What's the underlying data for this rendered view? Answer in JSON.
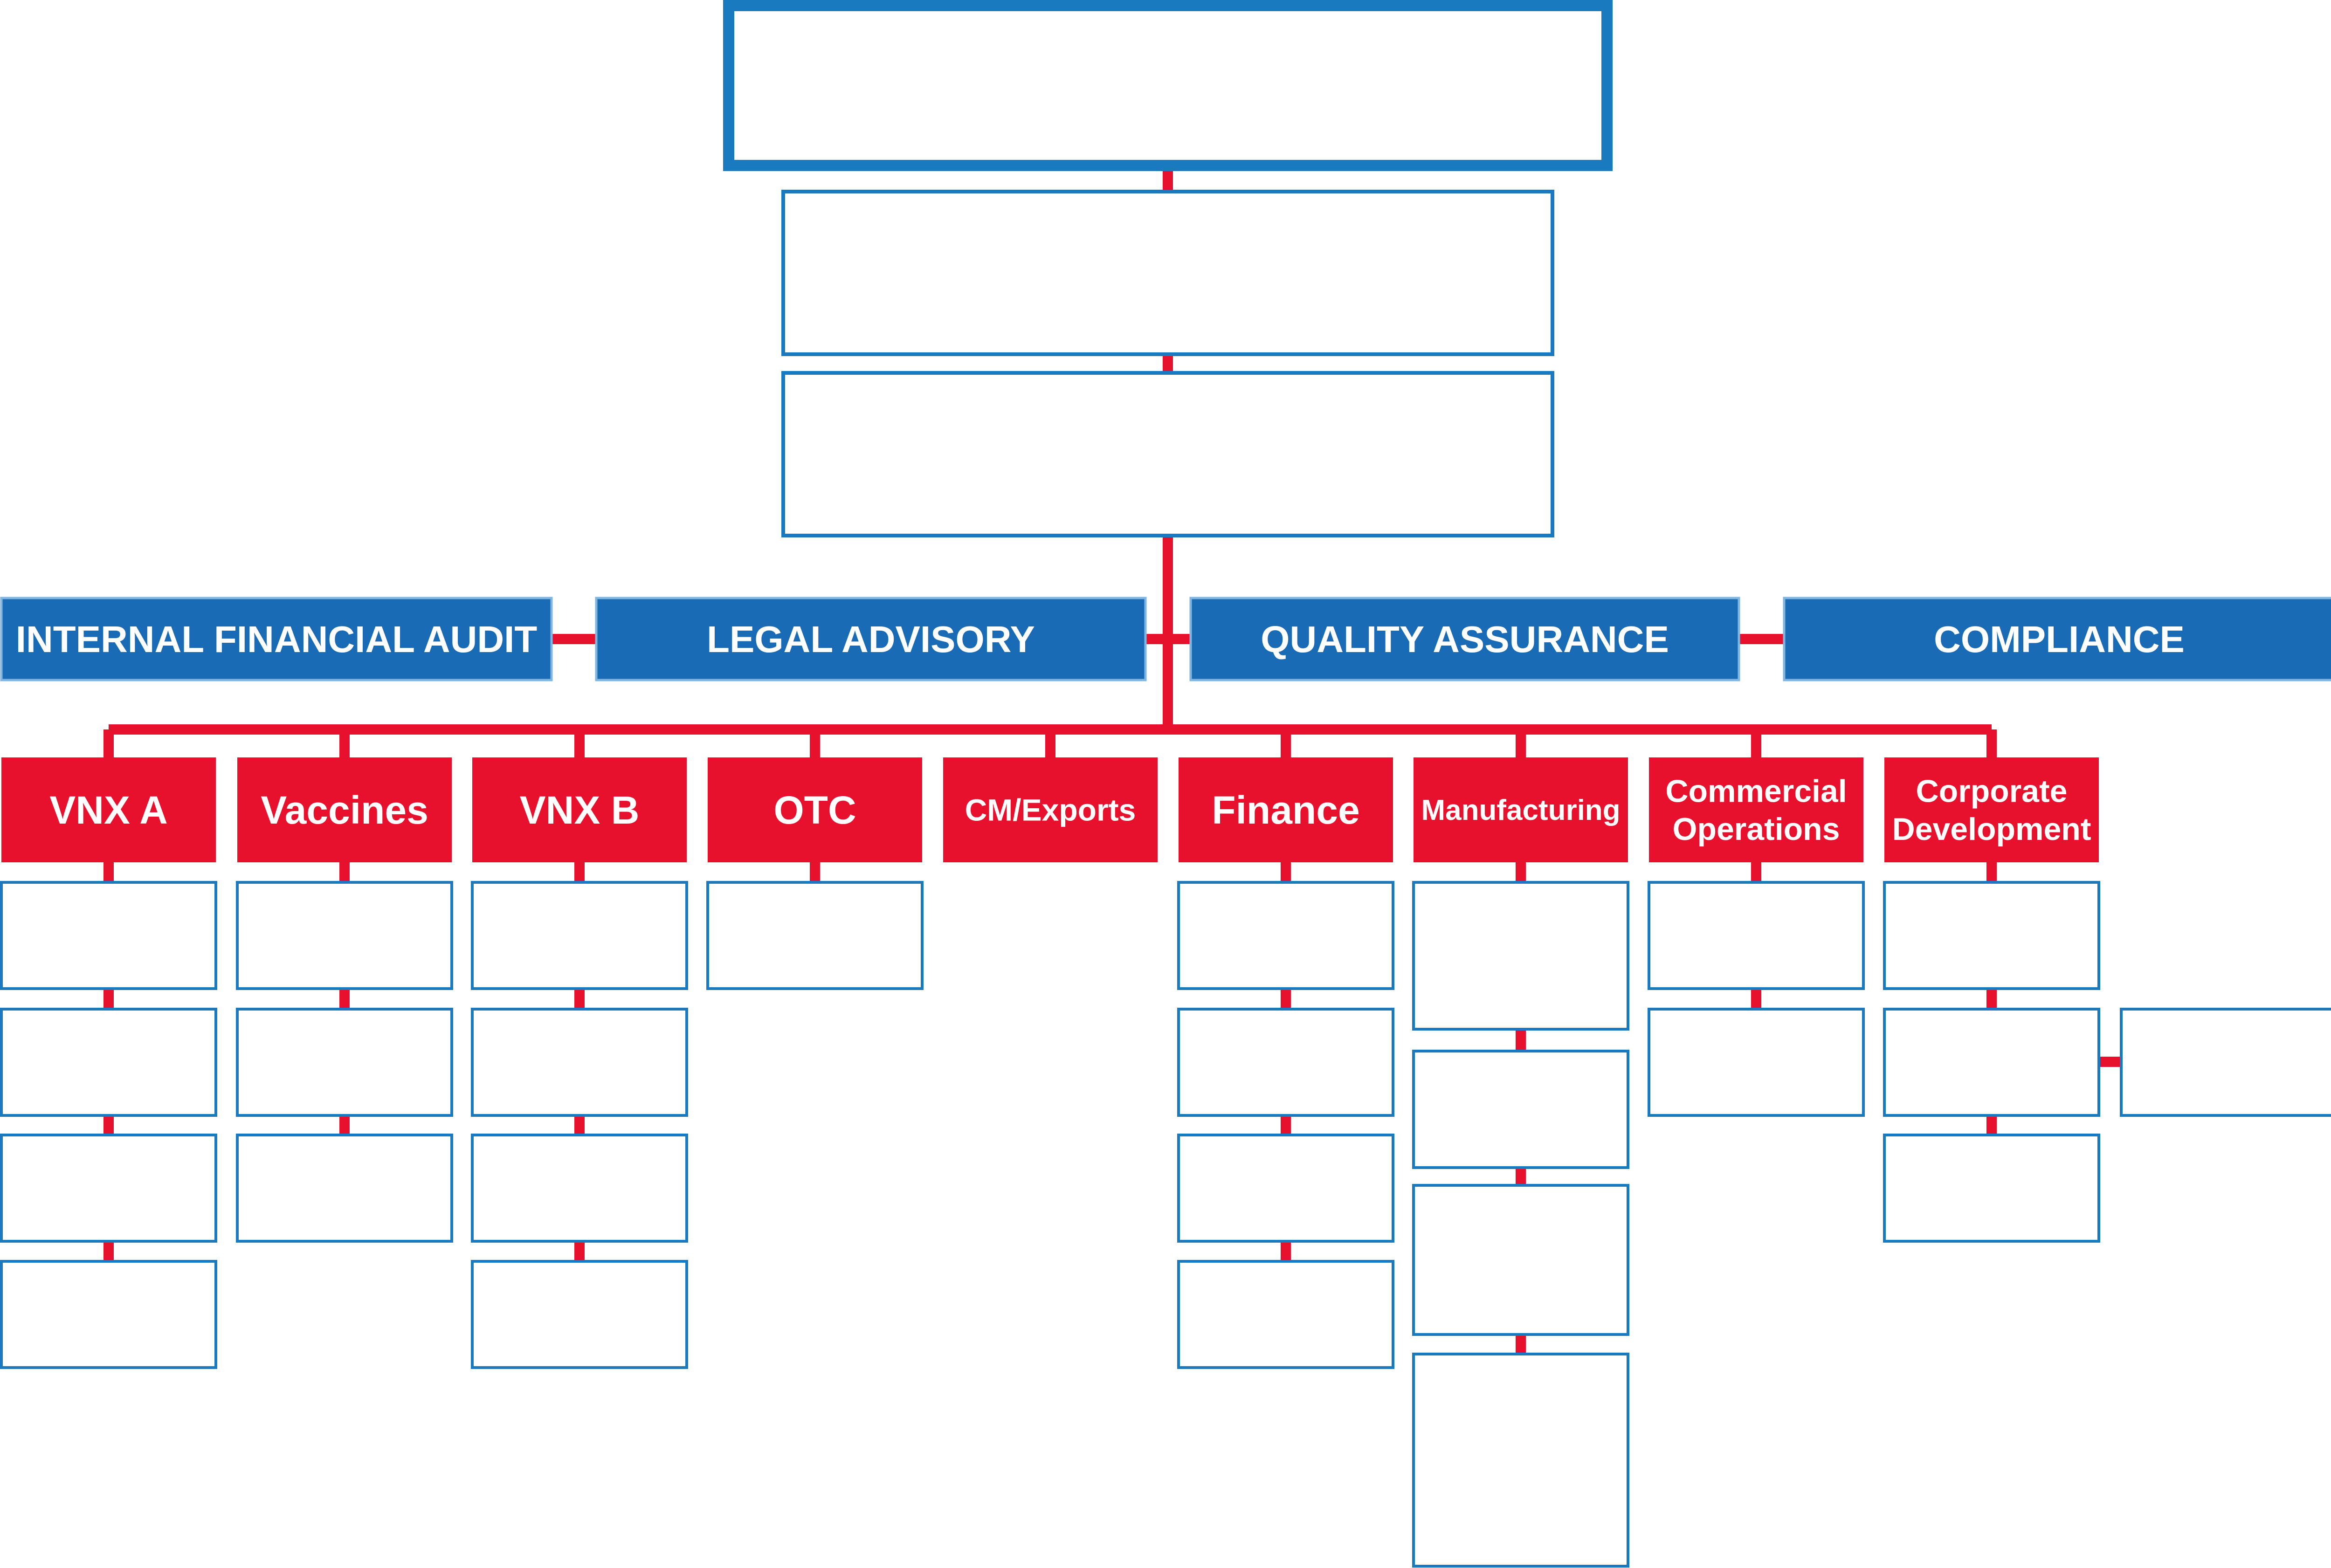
{
  "colors": {
    "blue": "#1a6bb5",
    "blue_outline": "#1a7ac0",
    "red": "#e8112d",
    "white": "#ffffff"
  },
  "staff_functions": [
    {
      "id": "internal-financial-audit",
      "label": "INTERNAL FINANCIAL AUDIT"
    },
    {
      "id": "legal-advisory",
      "label": "LEGAL ADVISORY"
    },
    {
      "id": "quality-assurance",
      "label": "QUALITY ASSURANCE"
    },
    {
      "id": "compliance",
      "label": "COMPLIANCE"
    }
  ],
  "divisions": [
    {
      "id": "vnx-a",
      "lines": [
        "VNX A"
      ]
    },
    {
      "id": "vaccines",
      "lines": [
        "Vaccines"
      ]
    },
    {
      "id": "vnx-b",
      "lines": [
        "VNX B"
      ]
    },
    {
      "id": "otc",
      "lines": [
        "OTC"
      ]
    },
    {
      "id": "cm-exports",
      "lines": [
        "CM/Exports"
      ]
    },
    {
      "id": "finance",
      "lines": [
        "Finance"
      ]
    },
    {
      "id": "manufacturing",
      "lines": [
        "Manufacturing"
      ]
    },
    {
      "id": "commercial-operations",
      "lines": [
        "Commercial",
        "Operations"
      ]
    },
    {
      "id": "corporate-development",
      "lines": [
        "Corporate",
        "Development"
      ]
    }
  ]
}
